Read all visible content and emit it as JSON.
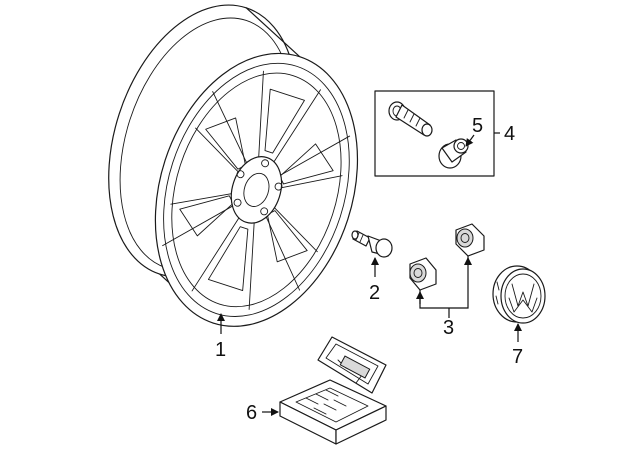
{
  "callouts": {
    "c1": "1",
    "c2": "2",
    "c3": "3",
    "c4": "4",
    "c5": "5",
    "c6": "6",
    "c7": "7"
  },
  "parts": [
    "alloy-wheel",
    "wheel-bolt",
    "wheel-lock-set",
    "lock-bolt-and-key",
    "lock-key",
    "lock-key-case",
    "center-cap"
  ],
  "colors": {
    "line": "#1a1a1a",
    "background": "#ffffff"
  }
}
